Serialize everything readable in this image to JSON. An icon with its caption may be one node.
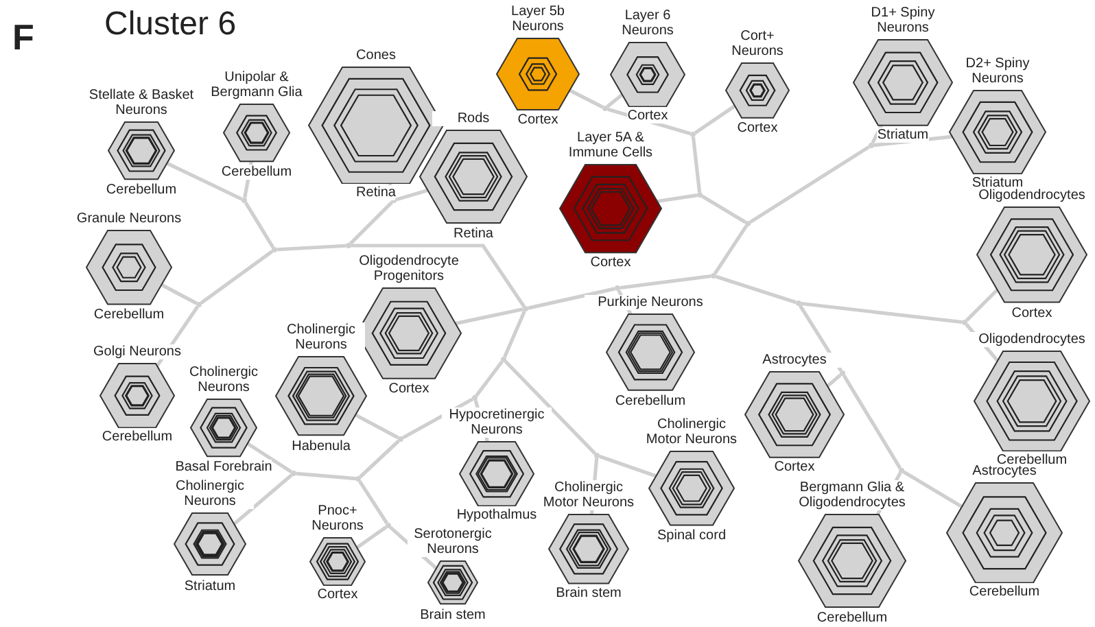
{
  "diagram": {
    "title": "Cluster 6",
    "nodes": [
      {
        "text": [
          "Stellate & Basket Neurons",
          "Cerebellum"
        ]
      },
      {
        "text": [
          "Unipolar & Bergmann Glia",
          "Cerebellum"
        ]
      },
      {
        "text": [
          "Cones",
          "Retina"
        ]
      },
      {
        "text": [
          "Rods",
          "Retina"
        ]
      },
      {
        "text": [
          "Layer 5b Neurons",
          "Cortex"
        ]
      },
      {
        "text": [
          "Layer 6 Neurons",
          "Cortex"
        ]
      },
      {
        "text": [
          "Cort+ Neurons",
          "Cortex"
        ]
      },
      {
        "text": [
          "D1+ Spiny Neurons",
          "Striatum"
        ]
      },
      {
        "text": [
          "D2+ Spiny Neurons",
          "Striatum"
        ]
      },
      {
        "text": [
          "Layer 5A & Immune Cells",
          "Cortex"
        ]
      },
      {
        "text": [
          "Granule Neurons",
          "Cerebellum"
        ]
      },
      {
        "text": [
          "Oligodendrocyte Progenitors",
          "Cortex"
        ]
      },
      {
        "text": [
          "Oligodendrocytes",
          "Cortex"
        ]
      },
      {
        "text": [
          "Purkinje Neurons",
          "Cerebellum"
        ]
      },
      {
        "text": [
          "Golgi Neurons",
          "Cerebellum"
        ]
      },
      {
        "text": [
          "Cholinergic Neurons",
          "Habenula"
        ]
      },
      {
        "text": [
          "Cholinergic Neurons",
          "Basal Forebrain"
        ]
      },
      {
        "text": [
          "Astrocytes",
          "Cortex"
        ]
      },
      {
        "text": [
          "Oligodendrocytes",
          "Cerebellum"
        ]
      },
      {
        "text": [
          "Hypocretinergic Neurons",
          "Hypothalmus"
        ]
      },
      {
        "text": [
          "Cholinergic Motor Neurons",
          "Spinal cord"
        ]
      },
      {
        "text": [
          "Cholinergic Neurons",
          "Striatum"
        ]
      },
      {
        "text": [
          "Pnoc+ Neurons",
          "Cortex"
        ]
      },
      {
        "text": [
          "Serotonergic Neurons",
          "Brain stem"
        ]
      },
      {
        "text": [
          "Cholinergic Motor Neurons",
          "Brain stem"
        ]
      },
      {
        "text": [
          "Bergmann Glia & Oligodendrocytes",
          "Cerebellum"
        ]
      },
      {
        "text": [
          "Astrocytes",
          "Cerebellum"
        ]
      },
      {
        "text": [],
        "shape": "dot"
      },
      {
        "text": [],
        "shape": "dot"
      },
      {
        "text": [],
        "shape": "dot"
      },
      {
        "text": [],
        "shape": "dot"
      },
      {
        "text": [],
        "shape": "dot"
      },
      {
        "text": [],
        "shape": "dot"
      },
      {
        "text": [],
        "shape": "dot"
      },
      {
        "text": [],
        "shape": "dot"
      },
      {
        "text": [],
        "shape": "dot"
      },
      {
        "text": [],
        "shape": "dot"
      },
      {
        "text": [],
        "shape": "dot"
      },
      {
        "text": [],
        "shape": "dot"
      },
      {
        "text": [],
        "shape": "dot"
      },
      {
        "text": [],
        "shape": "dot"
      },
      {
        "text": [],
        "shape": "dot"
      },
      {
        "text": [],
        "shape": "dot"
      },
      {
        "text": [],
        "shape": "dot"
      },
      {
        "text": [],
        "shape": "dot"
      },
      {
        "text": [],
        "shape": "dot"
      },
      {
        "text": [],
        "shape": "dot"
      },
      {
        "text": [],
        "shape": "dot"
      },
      {
        "text": [],
        "shape": "dot"
      },
      {
        "text": [],
        "shape": "dot"
      },
      {
        "text": [],
        "shape": "dot"
      }
    ],
    "edges": [
      {
        "from": 0,
        "to": 27,
        "arrow": "none"
      },
      {
        "from": 1,
        "to": 27,
        "arrow": "none"
      },
      {
        "from": 27,
        "to": 28,
        "arrow": "none"
      },
      {
        "from": 28,
        "to": 29,
        "arrow": "none"
      },
      {
        "from": 10,
        "to": 29,
        "arrow": "none"
      },
      {
        "from": 14,
        "to": 29,
        "arrow": "none"
      },
      {
        "from": 28,
        "to": 31,
        "arrow": "none"
      },
      {
        "from": 2,
        "to": 30,
        "arrow": "none"
      },
      {
        "from": 3,
        "to": 30,
        "arrow": "none"
      },
      {
        "from": 30,
        "to": 31,
        "arrow": "none"
      },
      {
        "from": 31,
        "to": 32,
        "arrow": "none"
      },
      {
        "from": 11,
        "to": 32,
        "arrow": "none"
      },
      {
        "from": 32,
        "to": 33,
        "arrow": "none"
      },
      {
        "from": 13,
        "to": 33,
        "arrow": "none"
      },
      {
        "from": 33,
        "to": 34,
        "arrow": "none"
      },
      {
        "from": 34,
        "to": 35,
        "arrow": "none"
      },
      {
        "from": 35,
        "to": 36,
        "arrow": "none"
      },
      {
        "from": 9,
        "to": 36,
        "arrow": "none"
      },
      {
        "from": 36,
        "to": 37,
        "arrow": "none"
      },
      {
        "from": 6,
        "to": 37,
        "arrow": "none"
      },
      {
        "from": 37,
        "to": 38,
        "arrow": "none"
      },
      {
        "from": 4,
        "to": 38,
        "arrow": "none"
      },
      {
        "from": 5,
        "to": 38,
        "arrow": "none"
      },
      {
        "from": 35,
        "to": 39,
        "arrow": "none"
      },
      {
        "from": 7,
        "to": 39,
        "arrow": "none"
      },
      {
        "from": 8,
        "to": 39,
        "arrow": "none"
      },
      {
        "from": 34,
        "to": 40,
        "arrow": "none"
      },
      {
        "from": 40,
        "to": 41,
        "arrow": "none"
      },
      {
        "from": 12,
        "to": 41,
        "arrow": "none"
      },
      {
        "from": 18,
        "to": 41,
        "arrow": "none"
      },
      {
        "from": 40,
        "to": 42,
        "arrow": "none"
      },
      {
        "from": 17,
        "to": 42,
        "arrow": "none"
      },
      {
        "from": 42,
        "to": 43,
        "arrow": "none"
      },
      {
        "from": 25,
        "to": 43,
        "arrow": "none"
      },
      {
        "from": 26,
        "to": 43,
        "arrow": "none"
      },
      {
        "from": 32,
        "to": 44,
        "arrow": "none"
      },
      {
        "from": 44,
        "to": 45,
        "arrow": "none"
      },
      {
        "from": 20,
        "to": 45,
        "arrow": "none"
      },
      {
        "from": 24,
        "to": 45,
        "arrow": "none"
      },
      {
        "from": 44,
        "to": 46,
        "arrow": "none"
      },
      {
        "from": 19,
        "to": 46,
        "arrow": "none"
      },
      {
        "from": 46,
        "to": 47,
        "arrow": "none"
      },
      {
        "from": 15,
        "to": 47,
        "arrow": "none"
      },
      {
        "from": 47,
        "to": 48,
        "arrow": "none"
      },
      {
        "from": 48,
        "to": 49,
        "arrow": "none"
      },
      {
        "from": 16,
        "to": 49,
        "arrow": "none"
      },
      {
        "from": 21,
        "to": 49,
        "arrow": "none"
      },
      {
        "from": 48,
        "to": 50,
        "arrow": "none"
      },
      {
        "from": 22,
        "to": 50,
        "arrow": "none"
      },
      {
        "from": 23,
        "to": 50,
        "arrow": "none"
      }
    ],
    "labels": [
      "F"
    ]
  }
}
